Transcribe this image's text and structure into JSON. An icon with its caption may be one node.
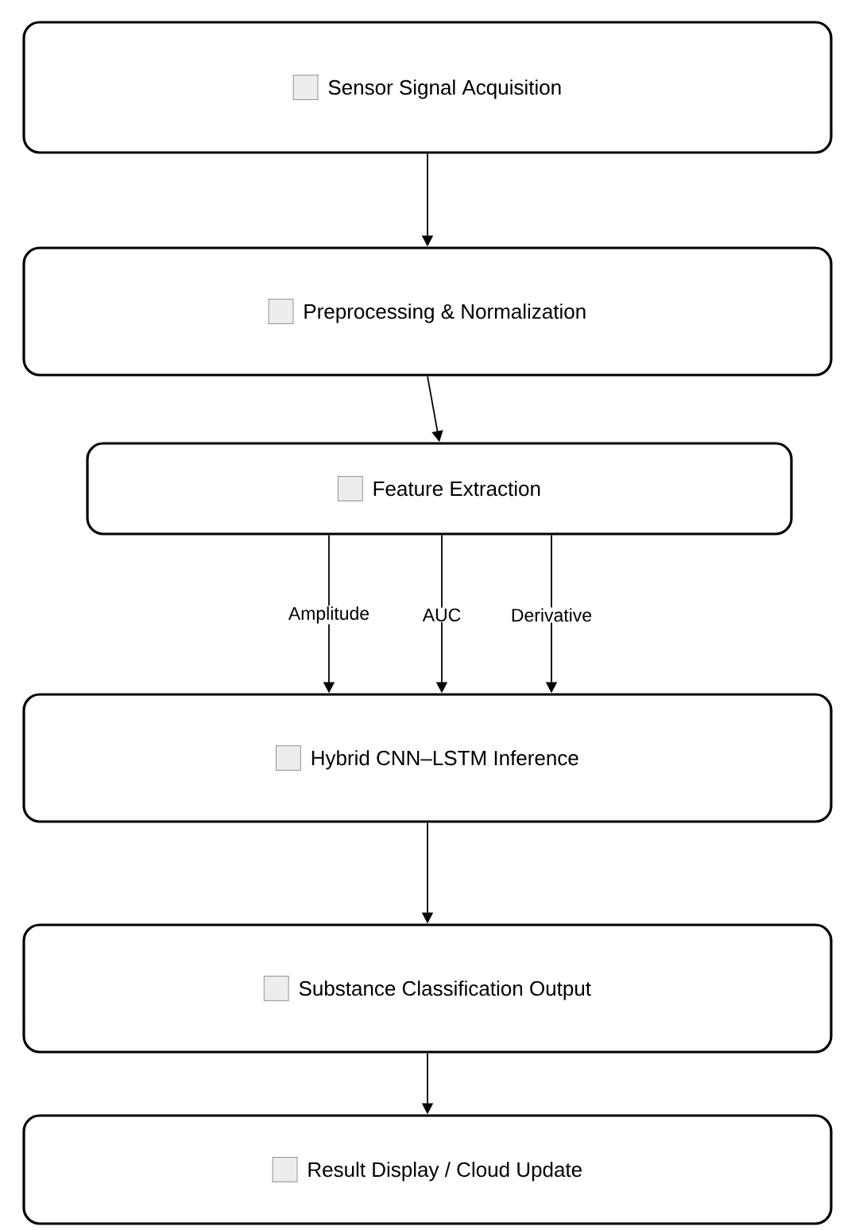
{
  "diagram": {
    "nodes": [
      {
        "text": [
          "Sensor Signal Acquisition"
        ]
      },
      {
        "text": [
          "Preprocessing & Normalization"
        ]
      },
      {
        "text": [
          "Feature Extraction"
        ]
      },
      {
        "text": [
          "Hybrid CNN–LSTM Inference"
        ]
      },
      {
        "text": [
          "Substance Classification Output"
        ]
      },
      {
        "text": [
          "Result Display / Cloud Update"
        ]
      }
    ],
    "edges": [
      {
        "from": 0,
        "to": 1,
        "arrow": "to"
      },
      {
        "from": 1,
        "to": 2,
        "arrow": "to"
      },
      {
        "from": 2,
        "to": 3,
        "arrow": "to",
        "label": "Amplitude"
      },
      {
        "from": 2,
        "to": 3,
        "arrow": "to",
        "label": "AUC"
      },
      {
        "from": 2,
        "to": 3,
        "arrow": "to",
        "label": "Derivative"
      },
      {
        "from": 3,
        "to": 4,
        "arrow": "to"
      },
      {
        "from": 4,
        "to": 5,
        "arrow": "to"
      }
    ]
  }
}
